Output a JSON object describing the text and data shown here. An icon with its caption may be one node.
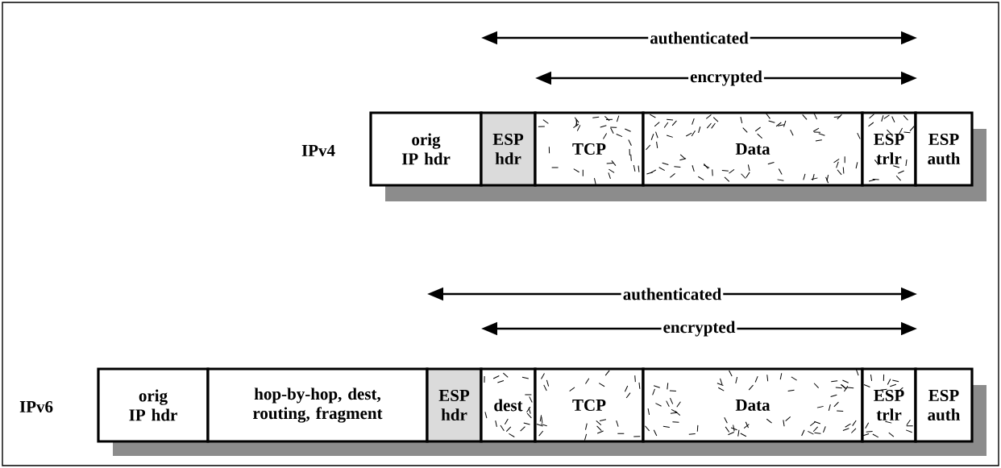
{
  "diagram": {
    "nodes": [
      {
        "text": [
          "orig IP hdr"
        ]
      },
      {
        "text": [
          "ESP hdr"
        ]
      },
      {
        "text": [
          "TCP"
        ]
      },
      {
        "text": [
          "Data"
        ]
      },
      {
        "text": [
          "ESP trlr"
        ]
      },
      {
        "text": [
          "ESP auth"
        ]
      },
      {
        "text": [
          "orig IP hdr"
        ]
      },
      {
        "text": [
          "hop-by-hop, dest, routing, fragment"
        ]
      },
      {
        "text": [
          "ESP hdr"
        ]
      },
      {
        "text": [
          "dest"
        ]
      },
      {
        "text": [
          "TCP"
        ]
      },
      {
        "text": [
          "Data"
        ]
      },
      {
        "text": [
          "ESP trlr"
        ]
      },
      {
        "text": [
          "ESP auth"
        ]
      }
    ],
    "labels": [
      "authenticated",
      "encrypted",
      "IPv4",
      "authenticated",
      "encrypted",
      "IPv6"
    ]
  }
}
